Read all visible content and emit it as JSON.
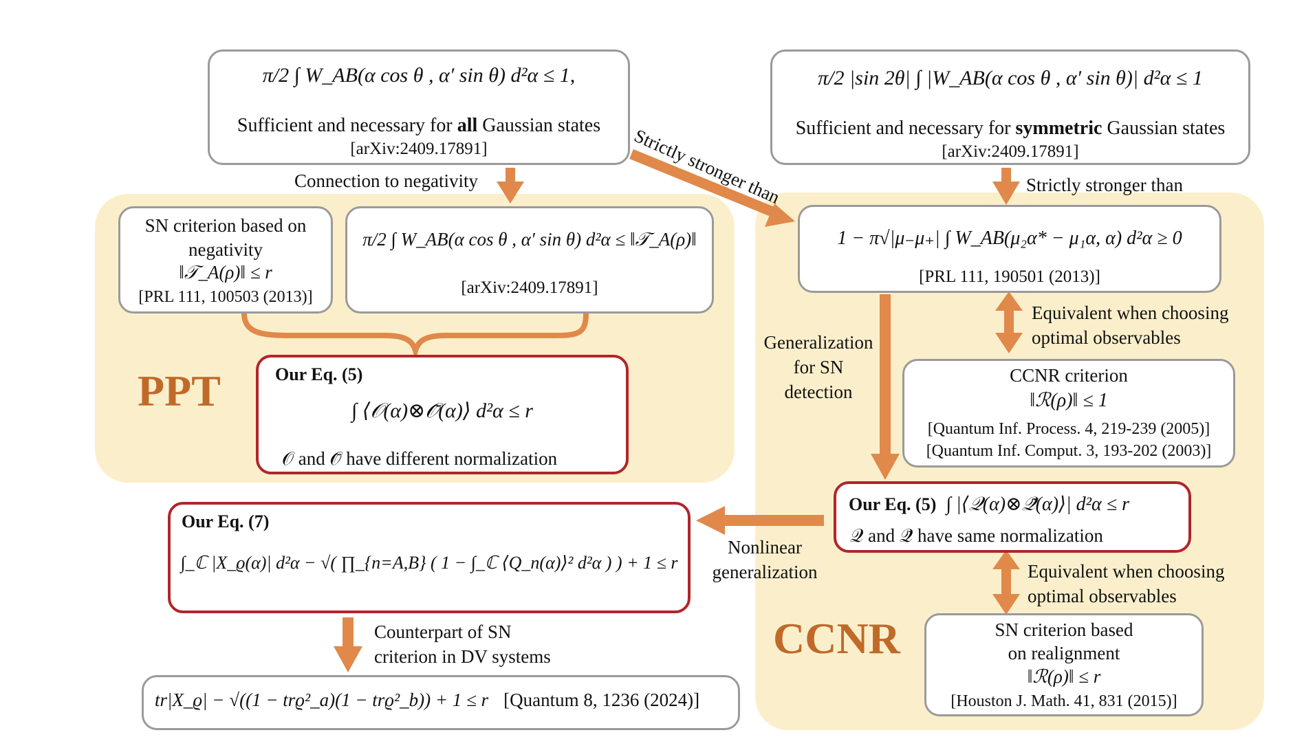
{
  "boxes": {
    "top_left": {
      "formula": "π/2 ∫ W_AB(α cos θ , α′ sin θ) d²α ≤ 1,",
      "text_pre": "Sufficient and necessary for ",
      "text_bold": "all",
      "text_post": " Gaussian states",
      "ref": "[arXiv:2409.17891]"
    },
    "top_right": {
      "formula": "π/2 |sin 2θ| ∫ |W_AB(α cos θ , α′ sin θ)| d²α ≤ 1",
      "text_pre": "Sufficient and necessary for ",
      "text_bold": "symmetric",
      "text_post": " Gaussian states",
      "ref": "[arXiv:2409.17891]"
    },
    "sn_negativity": {
      "line1": "SN criterion based on",
      "line2": "negativity",
      "formula": "‖𝒯_A(ρ)‖ ≤ r",
      "ref": "[PRL 111, 100503 (2013)]"
    },
    "ppt_integral": {
      "formula": "π/2 ∫ W_AB(α cos θ , α′ sin θ) d²α ≤ ‖𝒯_A(ρ)‖",
      "ref": "[arXiv:2409.17891]"
    },
    "our_eq5_ppt": {
      "title": "Our Eq. (5)",
      "formula": "∫ ⟨𝒪(α)⊗𝒪̃(α)⟩ d²α ≤ r",
      "note": "𝒪 and 𝒪̃ have different normalization"
    },
    "ccnr_integral": {
      "formula": "1 − π√|μ₋μ₊| ∫ W_AB(μ₂α* − μ₁α, α) d²α ≥ 0",
      "ref": "[PRL 111, 190501 (2013)]"
    },
    "ccnr_criterion": {
      "line1": "CCNR criterion",
      "formula": "‖ℛ(ρ)‖ ≤ 1",
      "ref1": "[Quantum Inf. Process. 4, 219-239 (2005)]",
      "ref2": "[Quantum Inf. Comput. 3, 193-202 (2003)]"
    },
    "our_eq5_ccnr": {
      "title": "Our Eq. (5)",
      "formula": "∫ |⟨𝒬(α)⊗𝒬̃(α)⟩| d²α ≤ r",
      "note": "𝒬 and 𝒬̃ have same normalization"
    },
    "our_eq7": {
      "title": "Our Eq. (7)",
      "formula": "∫_ℂ |X_ϱ(α)| d²α − √( ∏_{n=A,B} ( 1 − ∫_ℂ ⟨Q_n(α)⟩² d²α ) ) + 1 ≤ r"
    },
    "dv": {
      "formula": "tr|X_ϱ| − √((1 − trϱ²_a)(1 − trϱ²_b)) + 1 ≤ r",
      "ref": "[Quantum 8, 1236 (2024)]"
    },
    "sn_realign": {
      "line1": "SN criterion based",
      "line2": "on realignment",
      "formula": "‖ℛ(ρ)‖ ≤ r",
      "ref": "[Houston J. Math. 41, 831 (2015)]"
    }
  },
  "labels": {
    "connection": "Connection to negativity",
    "strict_diag": "Strictly stronger than",
    "strict_right": "Strictly stronger than",
    "equiv1_line1": "Equivalent when choosing",
    "equiv1_line2": "optimal observables",
    "equiv2_line1": "Equivalent when choosing",
    "equiv2_line2": "optimal observables",
    "gen_line1": "Generalization",
    "gen_line2": "for SN",
    "gen_line3": "detection",
    "nonlin_line1": "Nonlinear",
    "nonlin_line2": "generalization",
    "counter_line1": "Counterpart of SN",
    "counter_line2": "criterion in DV systems",
    "ppt": "PPT",
    "ccnr": "CCNR"
  },
  "colors": {
    "region": "#fbefcb",
    "arrow": "#e0894a",
    "red_border": "#b0262a",
    "gray_border": "#9a9a9a",
    "big_label": "#c06a2a"
  }
}
